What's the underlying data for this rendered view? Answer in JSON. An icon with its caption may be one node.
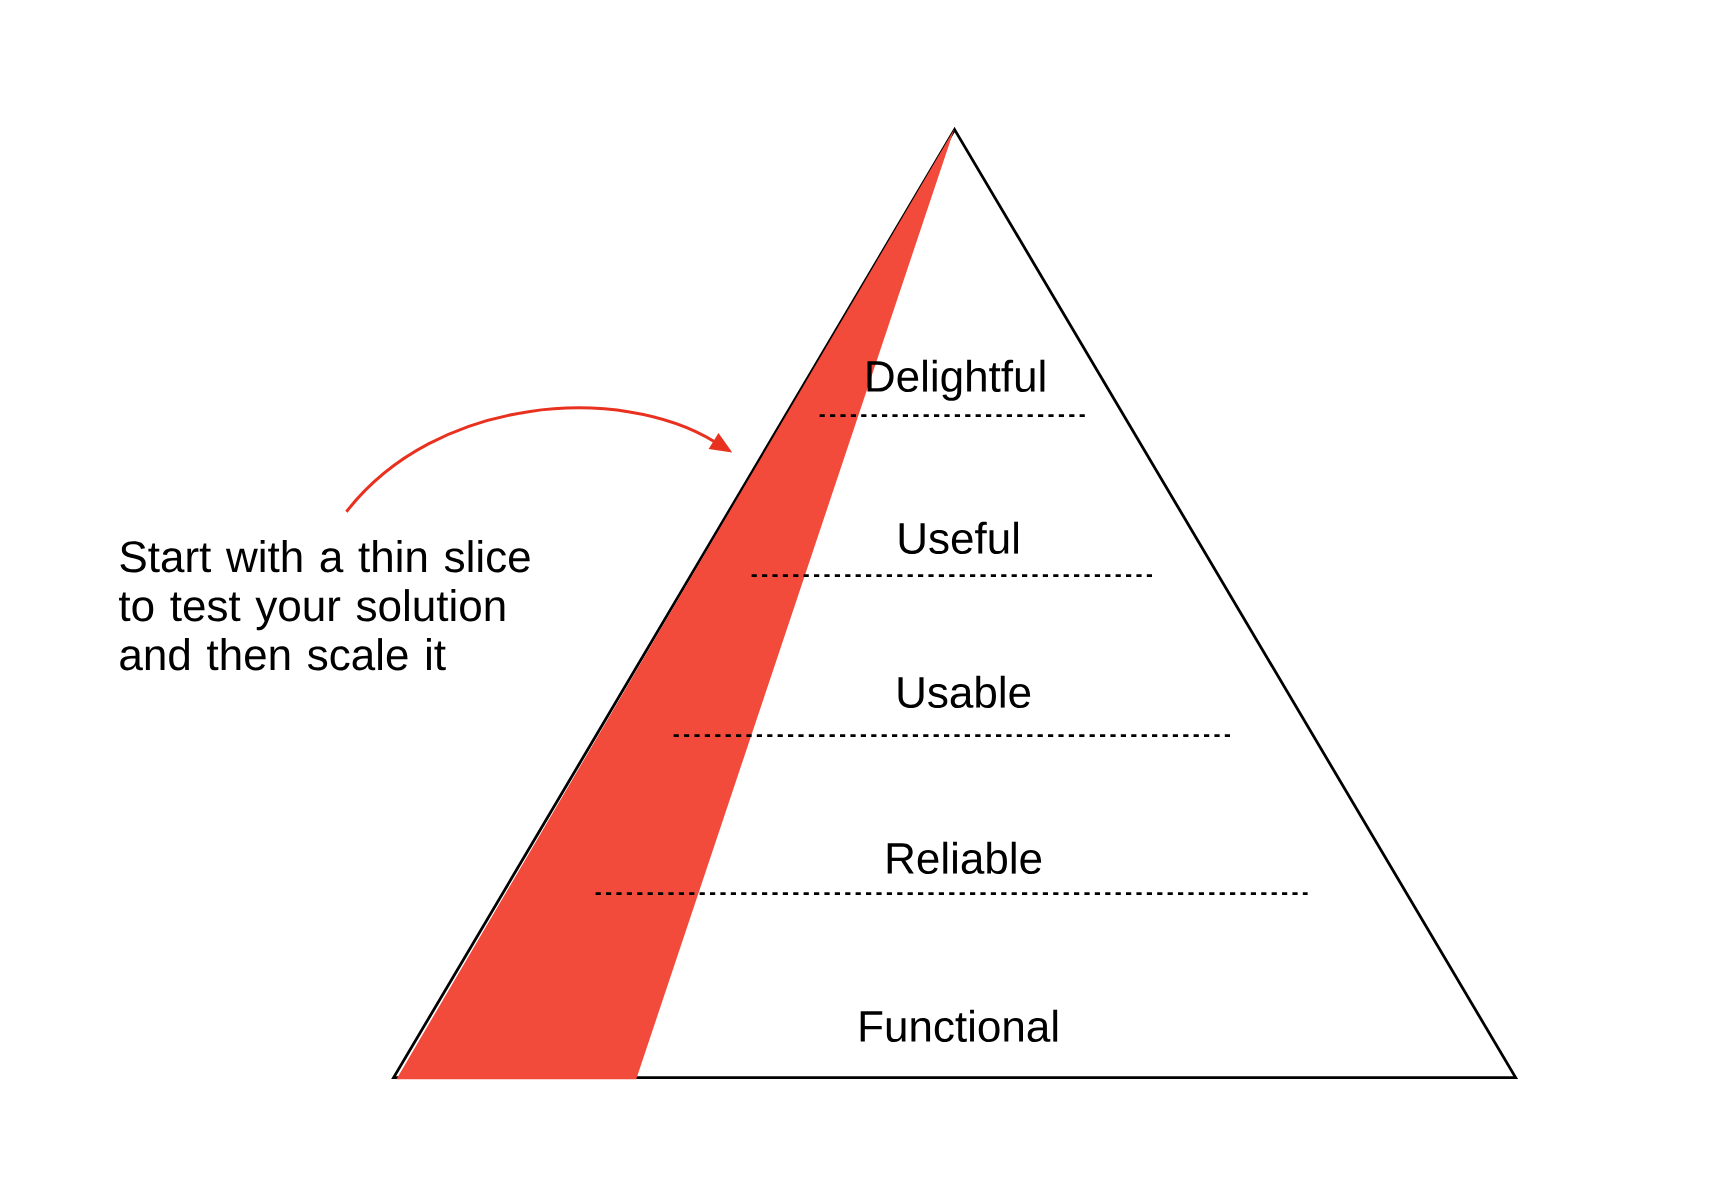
{
  "diagram": {
    "nodes": [
      {
        "text": [],
        "shape": "triangle"
      },
      {
        "text": [
          "Delightful"
        ],
        "in": 0
      },
      {
        "text": [
          "Useful"
        ],
        "in": 0
      },
      {
        "text": [
          "Usable"
        ],
        "in": 0
      },
      {
        "text": [
          "Reliable"
        ],
        "in": 0
      },
      {
        "text": [
          "Functional"
        ],
        "in": 0
      },
      {
        "text": [
          "Start with a thin slice to test your solution and then scale it"
        ]
      },
      {
        "text": [],
        "shape": "triangle",
        "in": 0
      }
    ],
    "edges": [
      {
        "from": 6,
        "to": 7,
        "arrow": "to",
        "color": "#e8321f"
      }
    ]
  }
}
